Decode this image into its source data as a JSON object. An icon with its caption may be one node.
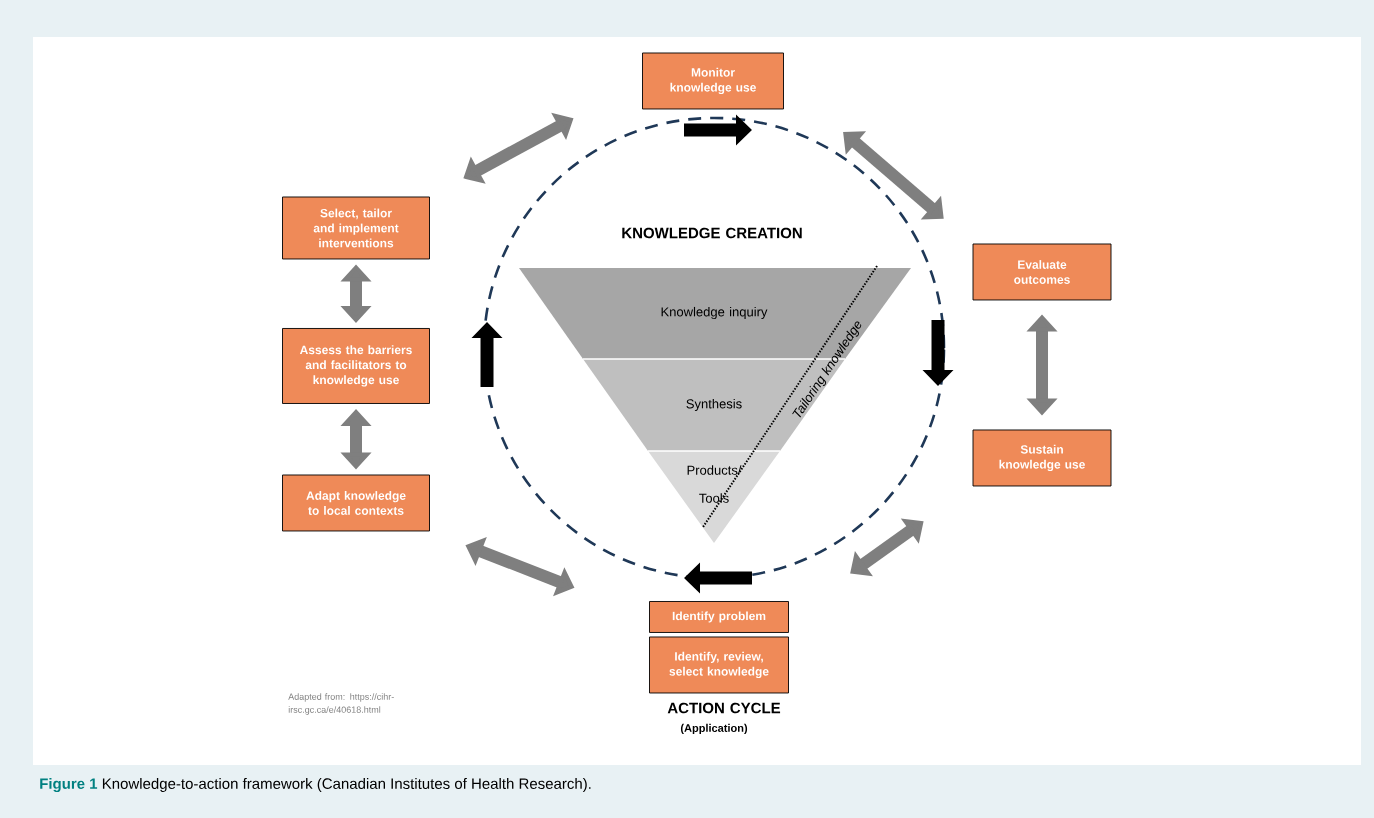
{
  "diagram": {
    "caption": "**Figure 1** Knowledge-to-action framework (Canadian Institutes of Health Research).",
    "nodes": [
      {
        "text": [
          "Monitor knowledge use"
        ]
      },
      {
        "text": [
          "Select, tailor and implement interventions"
        ]
      },
      {
        "text": [
          "Evaluate outcomes"
        ]
      },
      {
        "text": [
          "Assess the barriers and facilitators to knowledge use"
        ]
      },
      {
        "text": [
          "Sustain knowledge use"
        ]
      },
      {
        "text": [
          "Adapt knowledge to local contexts"
        ]
      },
      {
        "text": [
          "Identify problem"
        ]
      },
      {
        "text": [
          "Identify, review, select knowledge"
        ]
      },
      {
        "text": [
          "Knowledge inquiry"
        ]
      },
      {
        "text": [
          "Synthesis"
        ]
      },
      {
        "text": [
          "Products/ Tools"
        ]
      }
    ],
    "edges": [
      {
        "from": 1,
        "to": 0,
        "arrow": "both"
      },
      {
        "from": 0,
        "to": 2,
        "arrow": "both"
      },
      {
        "from": 1,
        "to": 3,
        "arrow": "both"
      },
      {
        "from": 3,
        "to": 5,
        "arrow": "both"
      },
      {
        "from": 2,
        "to": 4,
        "arrow": "both"
      },
      {
        "from": 4,
        "to": 6,
        "arrow": "both"
      },
      {
        "from": 5,
        "to": 6,
        "arrow": "both"
      }
    ],
    "labels": [
      "KNOWLEDGE CREATION",
      "Tailoring knowledge",
      "Adapted from: https://cihr-irsc.gc.ca/e/40618.html",
      "ACTION CYCLE",
      "(Application)"
    ]
  }
}
